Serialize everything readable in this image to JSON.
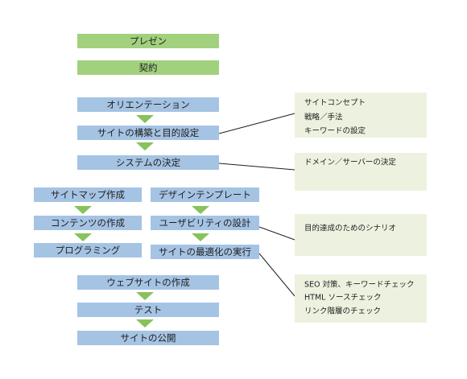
{
  "colors": {
    "green_box": "#a2d17e",
    "blue_box": "#a5c3e3",
    "arrow": "#87c25b",
    "note": "#ecf2df",
    "text": "#1f1f1f",
    "line": "#1f1f1f",
    "background": "#ffffff"
  },
  "main_flow": {
    "presentation": "プレゼン",
    "contract": "契約",
    "orientation": "オリエンテーション",
    "site_build_and_goal": "サイトの構築と目的設定",
    "system_decision": "システムの決定"
  },
  "production": {
    "left_column": [
      "サイトマップ作成",
      "コンテンツの作成",
      "プログラミング"
    ],
    "right_column": [
      "デザインテンプレート",
      "ユーザビリティの設計",
      "サイトの最適化の実行"
    ]
  },
  "release_flow": [
    "ウェブサイトの作成",
    "テスト",
    "サイトの公開"
  ],
  "notes": [
    {
      "lines": [
        "サイトコンセプト",
        "戦略／手法",
        "キーワードの設定"
      ]
    },
    {
      "lines": [
        "ドメイン／サーバーの決定"
      ]
    },
    {
      "lines": [
        "目的達成のためのシナリオ"
      ]
    },
    {
      "lines": [
        "SEO 対策、キーワードチェック",
        "HTML ソースチェック",
        "リンク階層のチェック"
      ]
    }
  ]
}
